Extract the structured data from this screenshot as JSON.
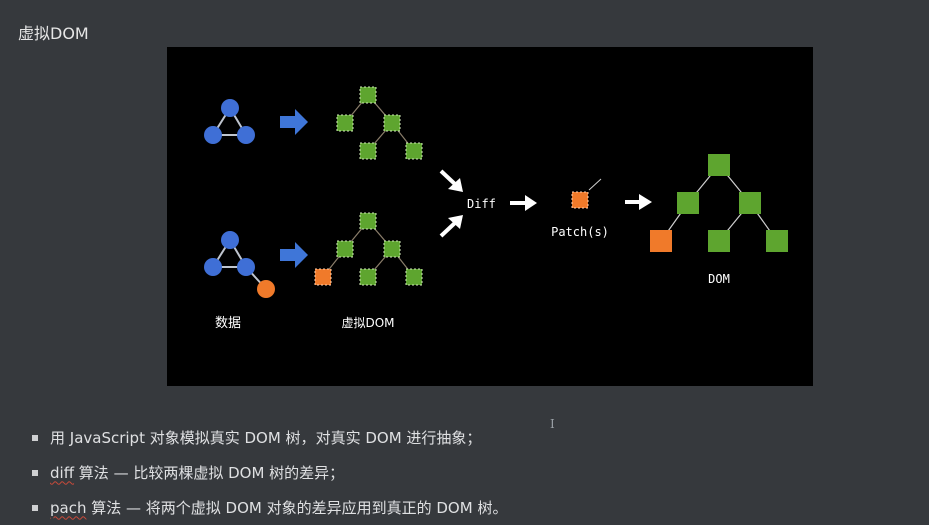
{
  "page": {
    "title": "虚拟DOM"
  },
  "figure": {
    "label_data": "数据",
    "label_vdom": "虚拟DOM",
    "label_diff": "Diff",
    "label_patch": "Patch(s)",
    "label_dom": "DOM",
    "colors": {
      "blue_node": "#3f6fd6",
      "green_node": "#5ea52f",
      "orange_node": "#f07a2a",
      "arrow_blue": "#3f76d8",
      "arrow_white": "#ffffff"
    }
  },
  "bullets": [
    {
      "pre": "用 JavaScript 对象模拟真实 DOM 树，对真实 DOM 进行抽象；",
      "squiggle": "",
      "post": ""
    },
    {
      "pre": "",
      "squiggle": "diff",
      "post": " 算法 — 比较两棵虚拟 DOM 树的差异；"
    },
    {
      "pre": "",
      "squiggle": "pach",
      "post": " 算法 — 将两个虚拟 DOM 对象的差异应用到真正的 DOM 树。"
    }
  ],
  "cursor_glyph": "I"
}
